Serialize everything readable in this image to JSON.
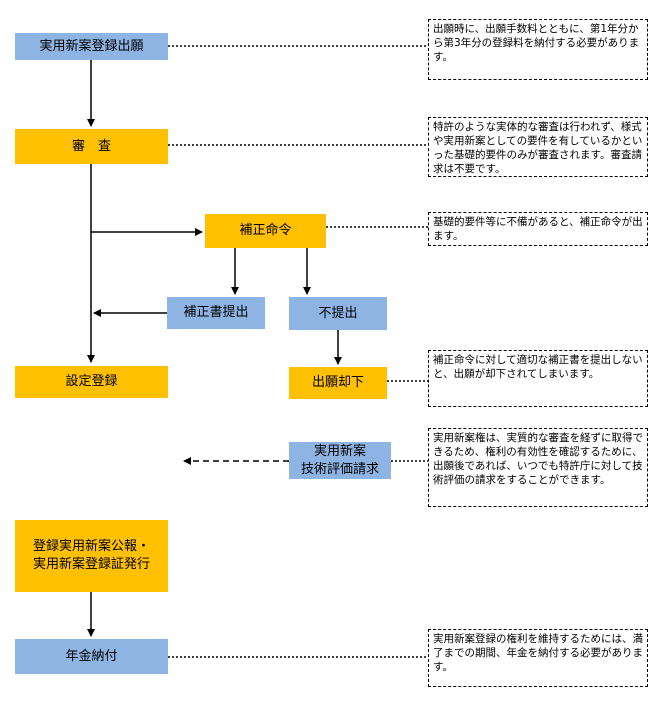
{
  "flow": {
    "application": "実用新案登録出願",
    "examination": "審　査",
    "correction_order": "補正命令",
    "amendment_submission": "補正書提出",
    "no_submission": "不提出",
    "setting_registration": "設定登録",
    "dismissal": "出願却下",
    "evaluation_request": "実用新案\n技術評価請求",
    "publication": "登録実用新案公報・\n実用新案登録証発行",
    "annuity": "年金納付"
  },
  "notes": {
    "application": "出願時に、出願手数料とともに、第1年分から第3年分の登録料を納付する必要があります。",
    "examination": "特許のような実体的な審査は行われず、様式や実用新案としての要件を有しているかといった基礎的要件のみが審査されます。審査請求は不要です。",
    "correction_order": "基礎的要件等に不備があると、補正命令が出ます。",
    "dismissal": "補正命令に対して適切な補正書を提出しないと、出願が却下されてしまいます。",
    "evaluation_request": "実用新案権は、実質的な審査を経ずに取得できるため、権利の有効性を確認するために、出願後であれば、いつでも特許庁に対して技術評価の請求をすることができます。",
    "annuity": "実用新案登録の権利を維持するためには、満了までの期間、年金を納付する必要があります。"
  },
  "colors": {
    "blue_box": "#8db4e2",
    "yellow_box": "#ffc000"
  }
}
